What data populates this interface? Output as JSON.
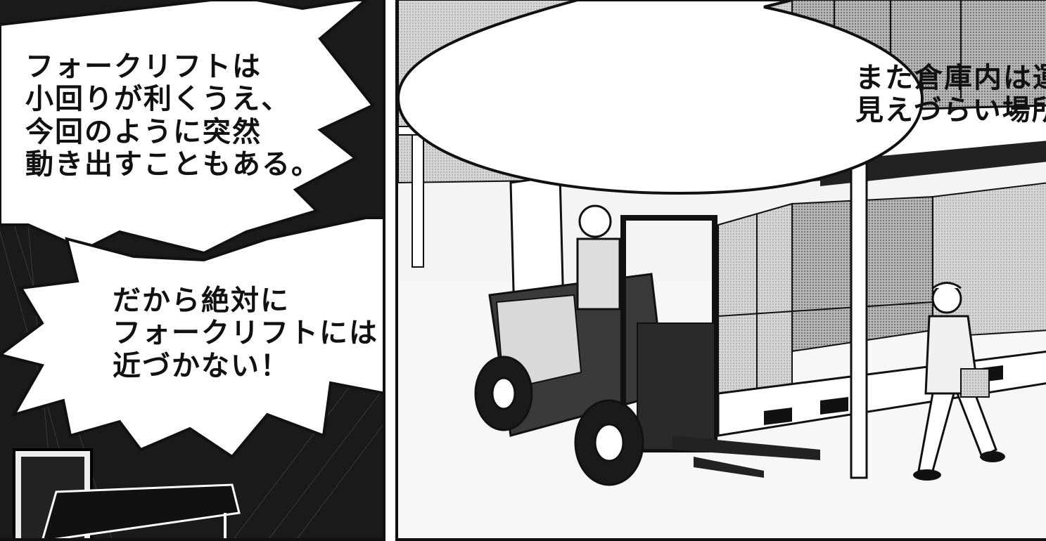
{
  "panels": {
    "left": {
      "bubble_top_text": "フォークリフトは\n小回りが利くうえ、\n今回のように突然\n動き出すこともある。",
      "bubble_bottom_text": "だから絶対に\nフォークリフトには\n近づかない！"
    },
    "right": {
      "bubble_text": "また倉庫内は運転手から\n見えづらい場所も多く存在する。"
    }
  },
  "colors": {
    "ink": "#111111",
    "paper": "#ffffff",
    "screentone": "#bdbdbd",
    "dark_tone": "#2a2a2a"
  }
}
